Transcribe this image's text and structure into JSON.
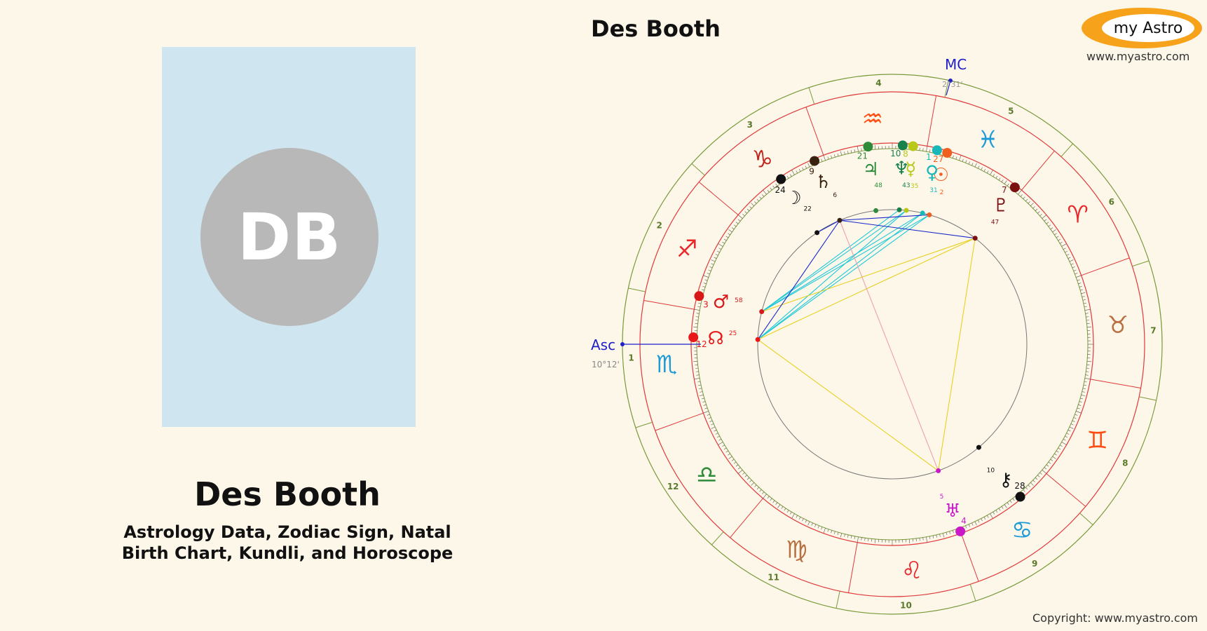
{
  "person": {
    "initials": "DB",
    "name": "Des Booth",
    "subtitle_line1": "Astrology Data, Zodiac Sign, Natal",
    "subtitle_line2": "Birth Chart, Kundli, and Horoscope"
  },
  "chart_title": "Des Booth",
  "logo": {
    "text": "my Astro",
    "url": "www.myastro.com"
  },
  "copyright": "Copyright: www.myastro.com",
  "angles": {
    "asc": {
      "label": "Asc",
      "degree": "10°12'"
    },
    "mc": {
      "label": "MC",
      "degree": "2°31'"
    }
  },
  "signs": [
    {
      "name": "aries",
      "glyph": "♈",
      "color": "#e8282b"
    },
    {
      "name": "taurus",
      "glyph": "♉",
      "color": "#b87040"
    },
    {
      "name": "gemini",
      "glyph": "♊",
      "color": "#ff4c10"
    },
    {
      "name": "cancer",
      "glyph": "♋",
      "color": "#1e9bd7"
    },
    {
      "name": "leo",
      "glyph": "♌",
      "color": "#e8282b"
    },
    {
      "name": "virgo",
      "glyph": "♍",
      "color": "#b87040"
    },
    {
      "name": "libra",
      "glyph": "♎",
      "color": "#2e8b3a"
    },
    {
      "name": "scorpio",
      "glyph": "♏",
      "color": "#1e9bd7"
    },
    {
      "name": "sagittarius",
      "glyph": "♐",
      "color": "#e8282b"
    },
    {
      "name": "capricorn",
      "glyph": "♑",
      "color": "#c0281e"
    },
    {
      "name": "aquarius",
      "glyph": "♒",
      "color": "#ff4c10"
    },
    {
      "name": "pisces",
      "glyph": "♓",
      "color": "#1e9bd7"
    }
  ],
  "houses": [
    "1",
    "2",
    "3",
    "4",
    "5",
    "6",
    "7",
    "8",
    "9",
    "10",
    "11",
    "12"
  ],
  "planets": [
    {
      "name": "sun",
      "glyph": "☉",
      "deg": "27",
      "min": "2",
      "color": "#f06020"
    },
    {
      "name": "venus",
      "glyph": "♀",
      "deg": "1",
      "min": "31",
      "color": "#18b8b8"
    },
    {
      "name": "mercury",
      "glyph": "☿",
      "deg": "8",
      "min": "35",
      "color": "#b8c818"
    },
    {
      "name": "neptune",
      "glyph": "♆",
      "deg": "10",
      "min": "43",
      "color": "#18804a"
    },
    {
      "name": "jupiter",
      "glyph": "♃",
      "deg": "21",
      "min": "48",
      "color": "#2e8b3a"
    },
    {
      "name": "saturn",
      "glyph": "♄",
      "deg": "9",
      "min": "6",
      "color": "#3a2210"
    },
    {
      "name": "moon",
      "glyph": "☽",
      "deg": "24",
      "min": "22",
      "color": "#111111"
    },
    {
      "name": "pluto",
      "glyph": "♇",
      "deg": "7",
      "min": "47",
      "color": "#7a1010"
    },
    {
      "name": "mars",
      "glyph": "♂",
      "deg": "3",
      "min": "58",
      "color": "#d81818"
    },
    {
      "name": "north-node",
      "glyph": "☊",
      "deg": "12",
      "min": "25",
      "color": "#e81818"
    },
    {
      "name": "chiron",
      "glyph": "⚷",
      "deg": "28",
      "min": "10",
      "color": "#111111"
    },
    {
      "name": "uranus",
      "glyph": "♅",
      "deg": "4",
      "min": "5",
      "color": "#c818c8"
    }
  ]
}
